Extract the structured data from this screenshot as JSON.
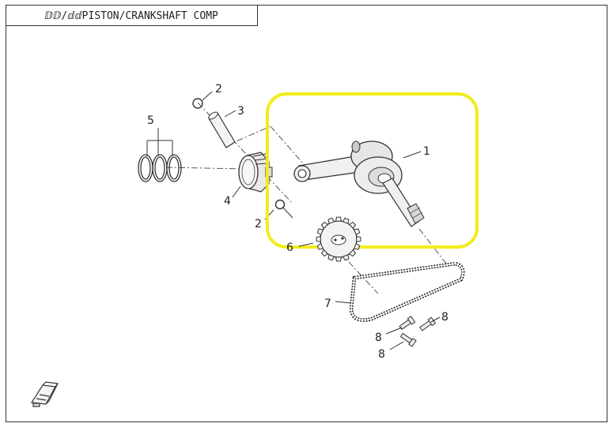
{
  "title": {
    "prefix": "ⅅⅅ/ⅆⅆ",
    "text": "PISTON/CRANKSHAFT COMP"
  },
  "highlight_color": "#f2ec1c",
  "callouts": {
    "c1": "1",
    "c2a": "2",
    "c2b": "2",
    "c3": "3",
    "c4": "4",
    "c5": "5",
    "c6": "6",
    "c7": "7",
    "c8a": "8",
    "c8b": "8",
    "c8c": "8"
  },
  "icons": {
    "corner": "engine-block-icon"
  }
}
